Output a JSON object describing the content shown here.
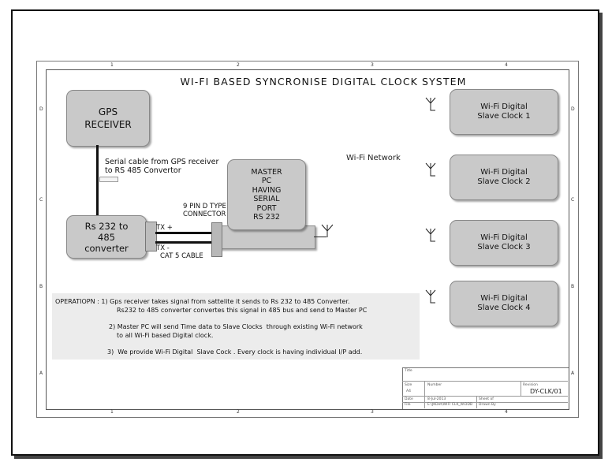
{
  "diagram": {
    "title": "WI-FI BASED SYNCRONISE DIGITAL CLOCK SYSTEM",
    "gps_receiver": {
      "line1": "GPS",
      "line2": "RECEIVER"
    },
    "serial_cable_label": {
      "line1": "Serial cable from GPS receiver",
      "line2": "to RS 485 Convertor"
    },
    "converter": {
      "line1": "Rs 232 to",
      "line2": "485",
      "line3": "converter"
    },
    "connector_label": {
      "line1": "9 PIN D TYPE",
      "line2": "CONNECTOR"
    },
    "tx_plus": "TX +",
    "tx_minus": "TX -",
    "cable_label": "CAT 5 CABLE",
    "master_pc": {
      "line1": "MASTER",
      "line2": "PC",
      "line3": "HAVING",
      "line4": "SERIAL",
      "line5": "PORT",
      "line6": "RS 232"
    },
    "wifi_network_label": "Wi-Fi Network",
    "slave_clocks": [
      {
        "line1": "Wi-Fi Digital",
        "line2": "Slave Clock 1"
      },
      {
        "line1": "Wi-Fi Digital",
        "line2": "Slave Clock 2"
      },
      {
        "line1": "Wi-Fi Digital",
        "line2": "Slave Clock 3"
      },
      {
        "line1": "Wi-Fi Digital",
        "line2": "Slave Clock 4"
      }
    ],
    "operation": {
      "line1": "OPERATIOPN : 1) Gps receiver takes signal from sattelite it sends to Rs 232 to 485 Converter.",
      "line2": "Rs232 to 485 converter convertes this signal in 485 bus and send to Master PC",
      "line3": "2) Master PC will send Time data to Slave Clocks  through existing Wi-Fi network",
      "line4": "to all Wi-Fi based Digital clock.",
      "line5": "3)  We provide Wi-Fi Digital  Slave Cock . Every clock is having individual I/P add."
    }
  },
  "sheet": {
    "zone_numbers": [
      "1",
      "2",
      "3",
      "4"
    ],
    "zone_letters": [
      "D",
      "C",
      "B",
      "A"
    ],
    "title_block": {
      "title_label": "Title",
      "size_label": "Size",
      "size_value": "A4",
      "number_label": "Number",
      "revision_label": "Revision",
      "revision_value": "DY-CLK/01",
      "date_label": "Date",
      "date_value": "8-Jul-2013",
      "file_label": "File",
      "file_value": "E:\\JKDet\\WIFI CLK_W.DDB",
      "sheet_label": "Sheet of",
      "drawn_label": "Drawn By"
    }
  }
}
